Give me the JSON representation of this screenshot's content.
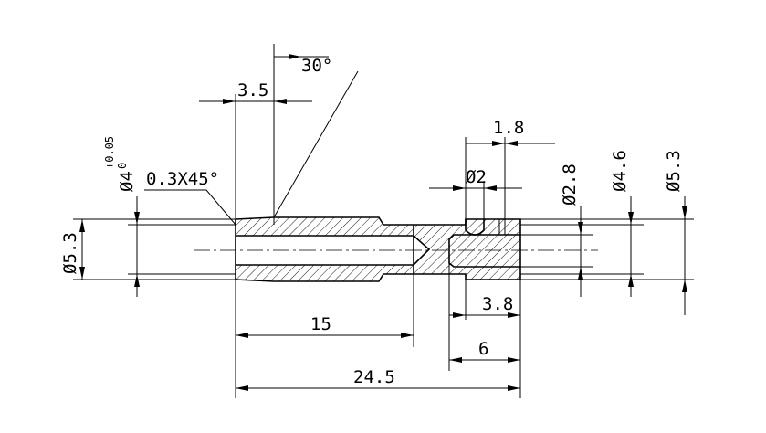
{
  "dimensions": {
    "overall_length": "24.5",
    "bore_depth": "15",
    "counterbore_length": "6",
    "small_bore_length": "3.8",
    "chamfer_width": "3.5",
    "cone_angle": "30°",
    "groove_width": "1.8",
    "outer_diameter_left": "Ø5.3",
    "outer_diameter_right": "Ø5.3",
    "bore_diameter_base": "Ø4",
    "bore_tol_upper": "+0.05",
    "bore_tol_lower": "0",
    "chamfer_note": "0.3X45°",
    "hole_diameter": "Ø2",
    "small_bore_diameter": "Ø2.8",
    "step_diameter": "Ø4.6"
  }
}
